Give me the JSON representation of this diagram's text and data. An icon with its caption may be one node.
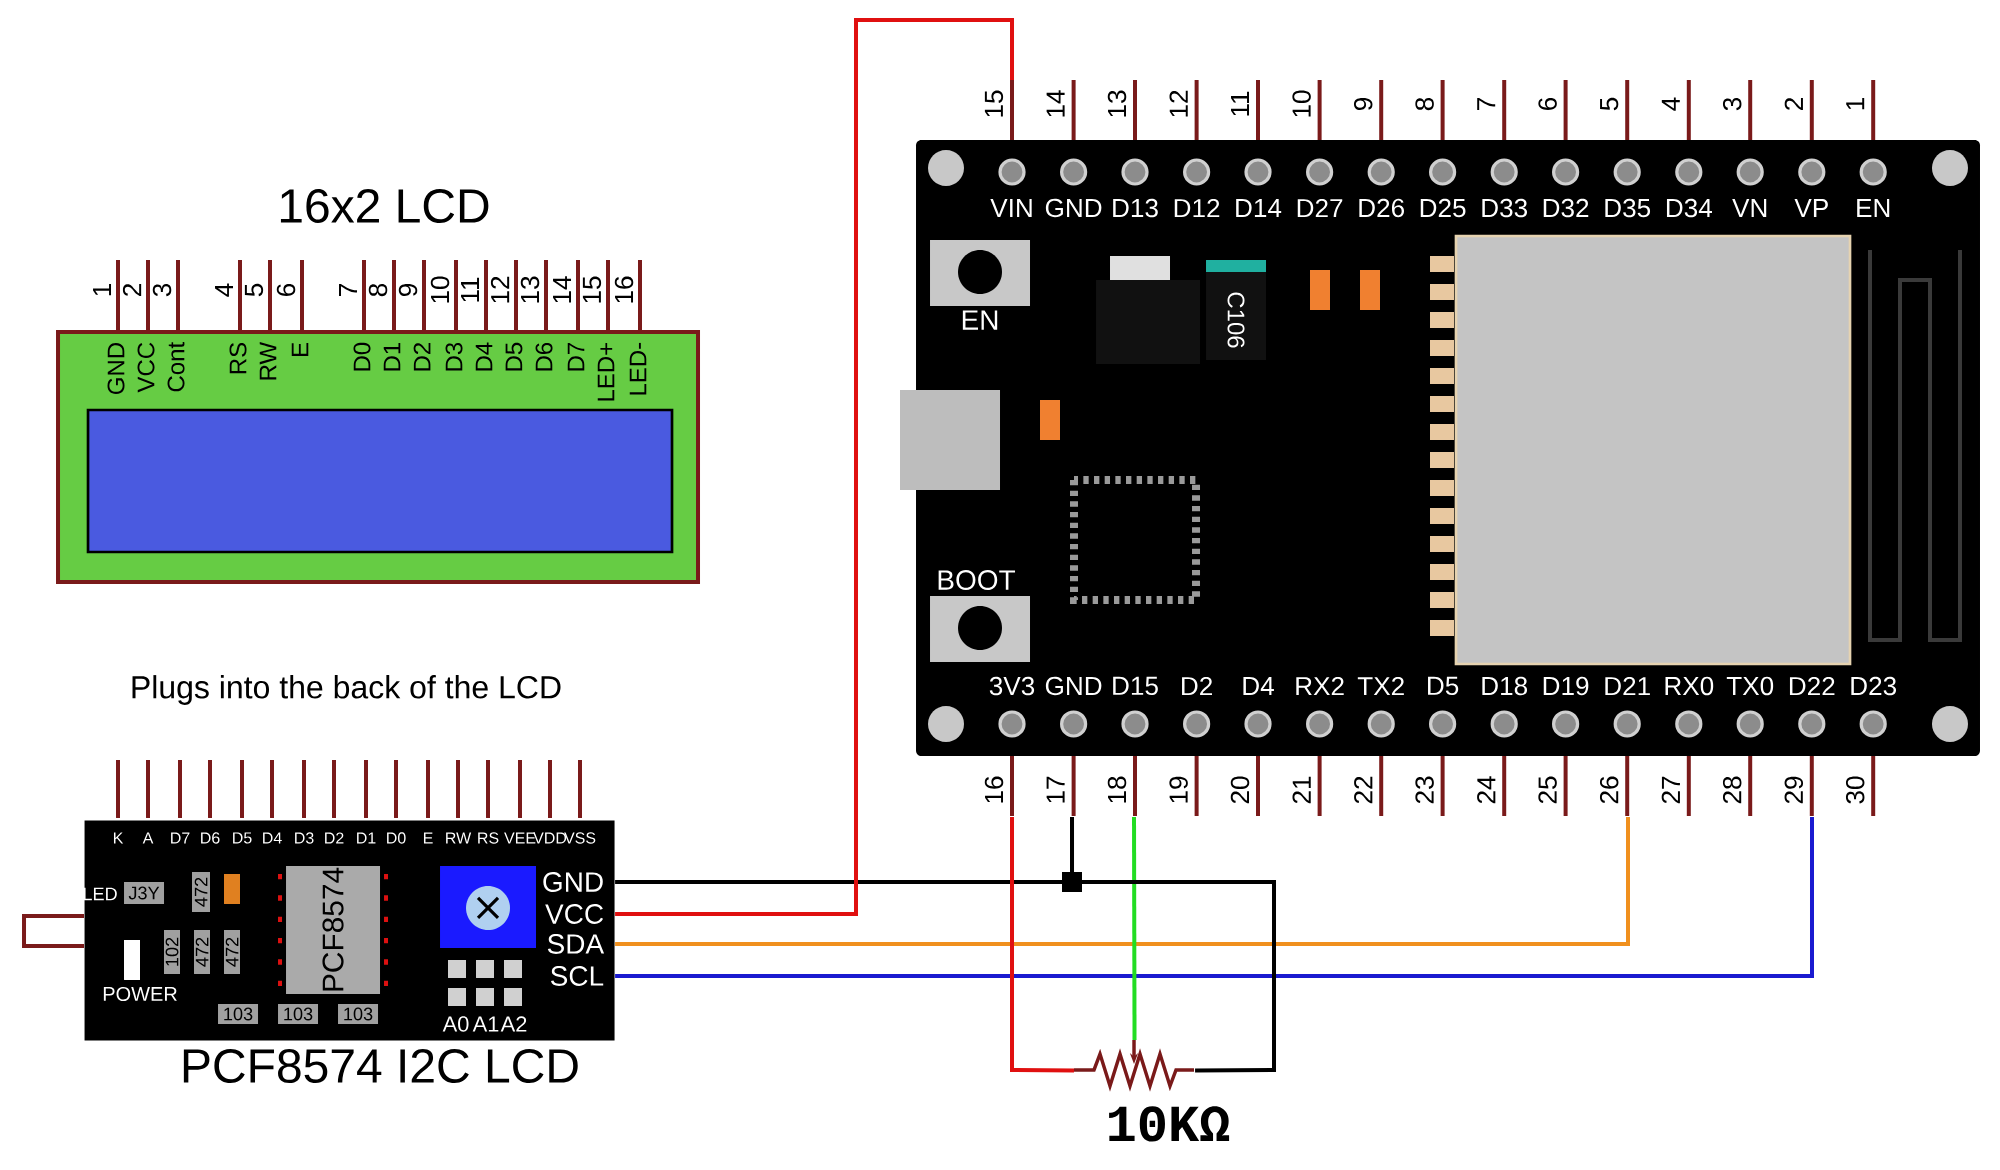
{
  "diagram": {
    "nodes": [
      {
        "text": [
          "16x2 LCD"
        ]
      },
      {
        "text": [],
        "shape": "picture"
      },
      {
        "text": [
          "PCF8574 I2C LCD"
        ]
      },
      {
        "text": [
          "10KΩ"
        ]
      }
    ],
    "edges": [
      {
        "from": 2,
        "to": 1,
        "arrow": "none",
        "color": "#000000"
      },
      {
        "from": 2,
        "to": 1,
        "arrow": "none",
        "color": "#e01010"
      },
      {
        "from": 2,
        "to": 1,
        "arrow": "none",
        "color": "#f0901e"
      },
      {
        "from": 2,
        "to": 1,
        "arrow": "none",
        "color": "#1a1ad0"
      },
      {
        "from": 3,
        "to": 1,
        "arrow": "none",
        "color": "#e01010"
      },
      {
        "from": 3,
        "to": 1,
        "arrow": "none",
        "color": "#22dd22"
      },
      {
        "from": 3,
        "to": 1,
        "arrow": "none",
        "color": "#000000"
      }
    ],
    "labels": [
      "1",
      "2",
      "3",
      "4",
      "5",
      "6",
      "7",
      "8",
      "9",
      "10",
      "11",
      "12",
      "13",
      "14",
      "15",
      "16",
      "GND",
      "VCC",
      "Cont",
      "RS",
      "RW",
      "E",
      "D0",
      "D1",
      "D2",
      "D3",
      "D4",
      "D5",
      "D6",
      "D7",
      "LED+",
      "LED-",
      "15",
      "14",
      "13",
      "12",
      "11",
      "10",
      "9",
      "8",
      "7",
      "6",
      "5",
      "4",
      "3",
      "2",
      "1",
      "VIN",
      "GND",
      "D13",
      "D12",
      "D14",
      "D27",
      "D26",
      "D25",
      "D33",
      "D32",
      "D35",
      "D34",
      "VN",
      "VP",
      "EN",
      "EN",
      "C106",
      "BOOT",
      "3V3",
      "GND",
      "D15",
      "D2",
      "D4",
      "RX2",
      "TX2",
      "D5",
      "D18",
      "D19",
      "D21",
      "RX0",
      "TX0",
      "D22",
      "D23",
      "16",
      "17",
      "18",
      "19",
      "20",
      "21",
      "22",
      "23",
      "24",
      "25",
      "26",
      "27",
      "28",
      "29",
      "30",
      "Plugs into the back of the LCD",
      "K",
      "A",
      "D7",
      "D6",
      "D5",
      "D4",
      "D3",
      "D2",
      "D1",
      "D0",
      "E",
      "RW",
      "RS",
      "VEE",
      "VDD",
      "VSS",
      "GND",
      "VCC",
      "SDA",
      "SCL",
      "LED",
      "J3Y",
      "472",
      "PCF8574",
      "102",
      "472",
      "472",
      "POWER",
      "103",
      "103",
      "103",
      "A0",
      "A1",
      "A2"
    ]
  }
}
